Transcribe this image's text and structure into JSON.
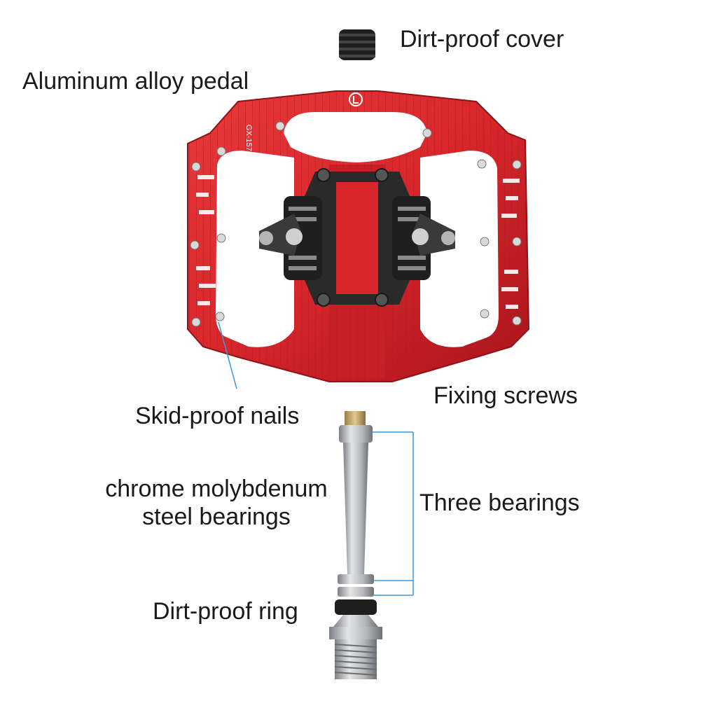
{
  "labels": {
    "dirt_proof_cover": "Dirt-proof cover",
    "aluminum_pedal": "Aluminum alloy pedal",
    "fixing_screws": "Fixing screws",
    "skid_proof_nails": "Skid-proof nails",
    "chrome_line1": "chrome molybdenum",
    "chrome_line2": "steel bearings",
    "three_bearings": "Three bearings",
    "dirt_proof_ring": "Dirt-proof ring"
  },
  "pedal_marking": "GX-157",
  "colors": {
    "pedal_red": "#d8262b",
    "pedal_dark_red": "#a8151b",
    "clip_black": "#2a2a2a",
    "axle_silver": "#b9bcbf",
    "callout_blue": "#3a9bd9"
  }
}
